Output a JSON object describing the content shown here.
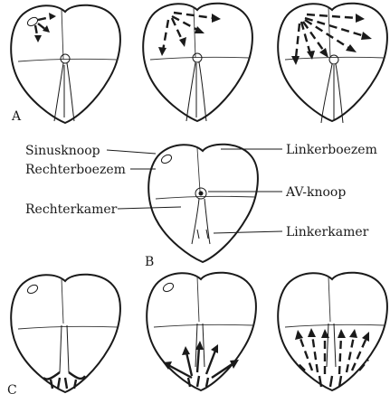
{
  "panels": {
    "a": {
      "label": "A"
    },
    "b": {
      "label": "B"
    },
    "c": {
      "label": "C"
    }
  },
  "labels": {
    "sinusknoop": "Sinusknoop",
    "rechterboezem": "Rechterboezem",
    "rechterkamer": "Rechterkamer",
    "linkerboezem": "Linkerboezem",
    "av_knoop": "AV-knoop",
    "linkerkamer": "Linkerkamer"
  }
}
